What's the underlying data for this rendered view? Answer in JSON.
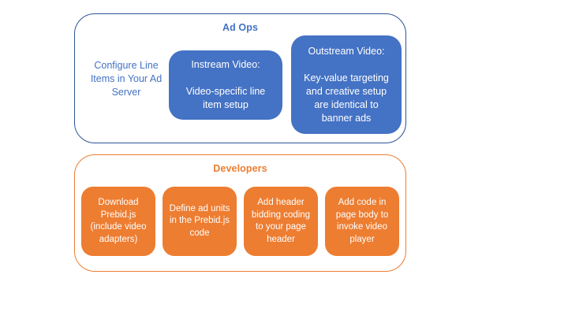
{
  "colors": {
    "blue_fill": "#4472C4",
    "blue_border": "#2F5496",
    "orange": "#ED7D31",
    "box_text": "#FFFFFF",
    "background": "#FFFFFF"
  },
  "ad_ops": {
    "title": "Ad Ops",
    "side_note": "Configure Line Items in Your Ad Server",
    "boxes": [
      {
        "title": "Instream Video:",
        "body": "Video-specific line item setup"
      },
      {
        "title": "Outstream Video:",
        "body": "Key-value targeting and creative setup are identical to banner ads"
      }
    ]
  },
  "developers": {
    "title": "Developers",
    "boxes": [
      {
        "label": "Download Prebid.js (include video adapters)"
      },
      {
        "label": "Define ad units in the Prebid.js code"
      },
      {
        "label": "Add header bidding coding to your page header"
      },
      {
        "label": "Add code in page body to invoke video player"
      }
    ]
  }
}
